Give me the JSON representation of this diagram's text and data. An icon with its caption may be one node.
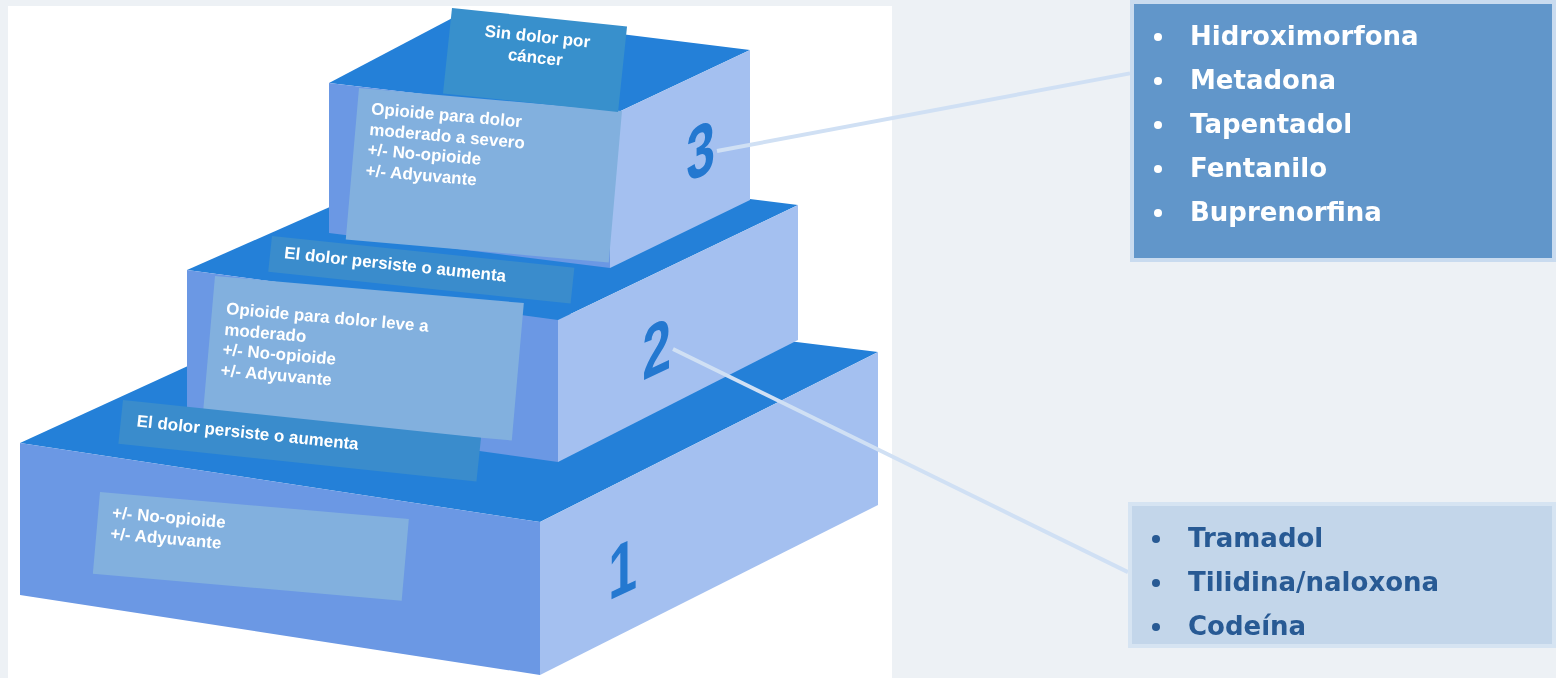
{
  "diagram": {
    "nodes": [
      {
        "text": [
          "Sin dolor por cáncer"
        ]
      },
      {
        "text": [
          "3"
        ]
      },
      {
        "text": [
          "Opioide para dolor moderado a severo",
          "+/- No-opioide",
          "+/- Adyuvante"
        ]
      },
      {
        "text": [
          "El dolor persiste o aumenta"
        ]
      },
      {
        "text": [
          "2"
        ]
      },
      {
        "text": [
          "Opioide para dolor leve a moderado",
          "+/- No-opioide",
          "+/- Adyuvante"
        ]
      },
      {
        "text": [
          "El dolor persiste o aumenta"
        ]
      },
      {
        "text": [
          "1"
        ]
      },
      {
        "text": [
          "+/- No-opioide",
          "+/- Adyuvante"
        ]
      },
      {
        "text": [
          "Hidroximorfona",
          "Metadona",
          "Tapentadol",
          "Fentanilo",
          "Buprenorfina"
        ]
      },
      {
        "text": [
          "Tramadol",
          "Tilidina/naloxona",
          "Codeína"
        ]
      }
    ],
    "edges": [
      {
        "from": 1,
        "to": 9,
        "arrow": "none"
      },
      {
        "from": 4,
        "to": 10,
        "arrow": "none"
      }
    ]
  }
}
